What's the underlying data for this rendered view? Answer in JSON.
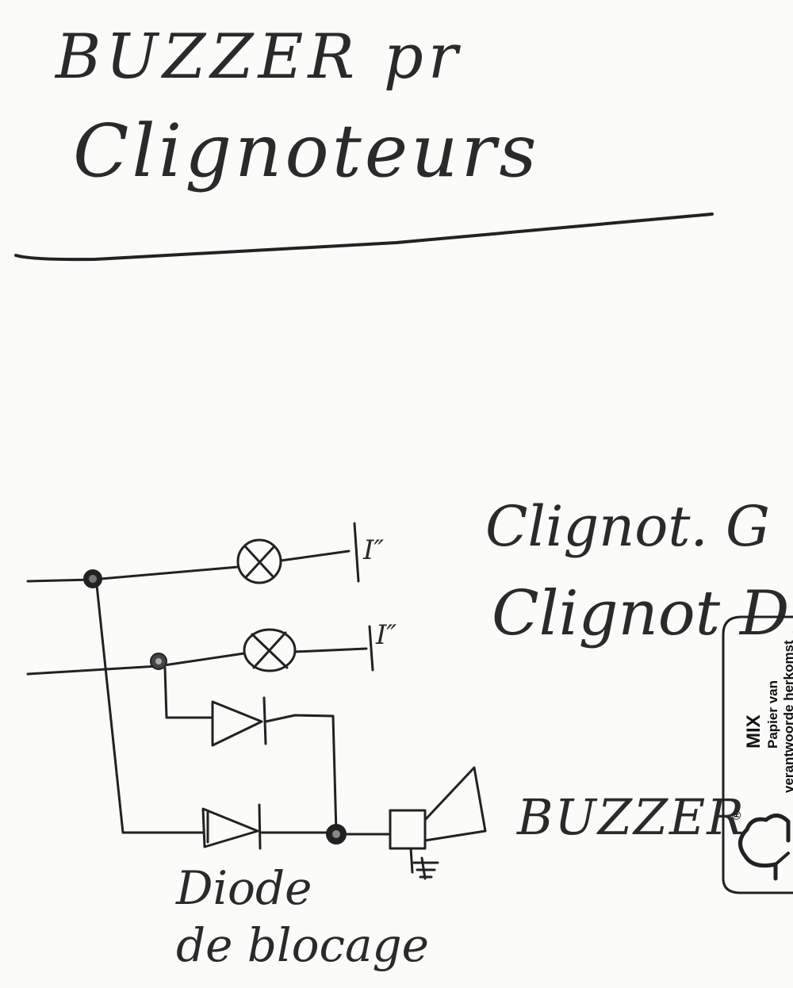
{
  "title": {
    "line1": "BUZZER pr",
    "line2": "Clignoteurs"
  },
  "labels": {
    "left_turn": "Clignot. G",
    "right_turn": "Clignot D.",
    "buzzer": "BUZZER",
    "diode_line1": "Diode",
    "diode_line2": "de blocage",
    "lamp_ground": "I″"
  },
  "logo": {
    "mix": "MIX",
    "line1": "Papier van",
    "line2": "verantwoorde herkomst",
    "registered": "®"
  },
  "colors": {
    "paper": "#fbfbf9",
    "ink": "#222222"
  }
}
